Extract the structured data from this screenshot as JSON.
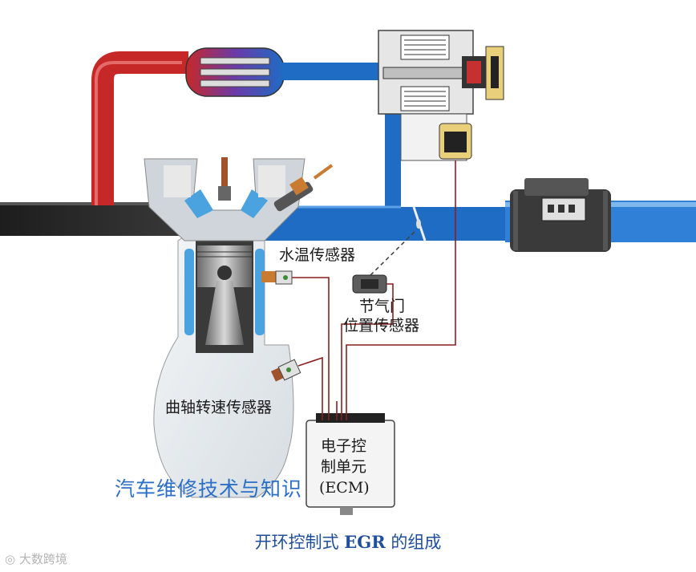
{
  "labels": {
    "coolant_sensor": "水温传感器",
    "throttle_sensor_line1": "节气门",
    "throttle_sensor_line2": "位置传感器",
    "crank_sensor": "曲轴转速传感器",
    "ecm_line1": "电子控",
    "ecm_line2": "制单元",
    "ecm_line3": "(ECM)"
  },
  "caption": {
    "prefix": "开环控制式 ",
    "egr": "EGR",
    "suffix": " 的组成"
  },
  "watermark": "汽车维修技术与知识",
  "logo_text": "大数跨境",
  "colors": {
    "exhaust": "#2a2a2a",
    "hot_gas": "#c62828",
    "intake_air": "#1e6cc4",
    "wire": "#8b1f1f",
    "engine_block": "#e9eef2",
    "water_jacket": "#4aa3df"
  }
}
